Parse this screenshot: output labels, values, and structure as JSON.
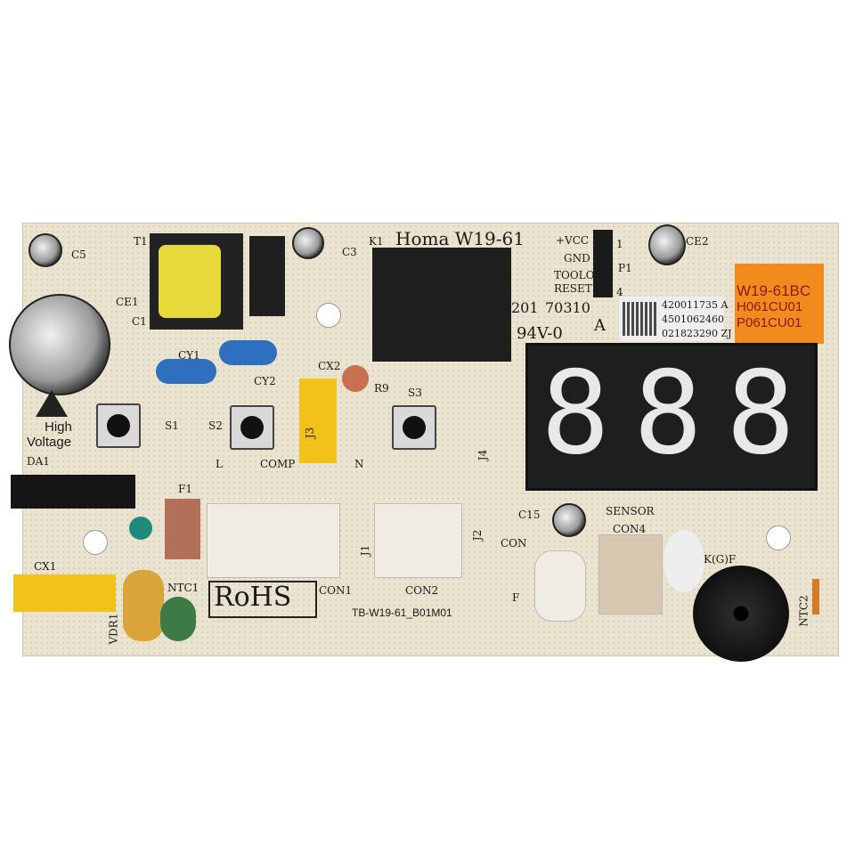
{
  "board": {
    "model": "Homa W19-61",
    "board_code": "TB-W19-61_B01M01",
    "rohs": "RoHS",
    "date_code_1": "201",
    "date_code_2": "70310",
    "flammability": "94V-0",
    "marker_a": "A",
    "warning_line1": "High",
    "warning_line2": "Voltage",
    "sensor": "SENSOR",
    "kgf": "K(G)F"
  },
  "header_pins": {
    "labels": [
      "+VCC",
      "GND",
      "TOOLO",
      "RESET"
    ],
    "name": "P1",
    "pin1": "1",
    "pin4": "4"
  },
  "sticker": {
    "line1": "420011735 A",
    "line2": "4501062460",
    "line3": "021823290 ZJ"
  },
  "orange_label": {
    "line1": "W19-61BC",
    "line2": "H061CU01",
    "line3": "P061CU01",
    "color": "#f28a1e"
  },
  "display": {
    "digits": [
      "8",
      "8",
      "8"
    ]
  },
  "components": [
    "T1",
    "C5",
    "CE1",
    "C1",
    "CY1",
    "CY2",
    "C3",
    "K1",
    "CX2",
    "R9",
    "S1",
    "S2",
    "S3",
    "J3",
    "J4",
    "DA1",
    "L",
    "COMP",
    "N",
    "F1",
    "CX1",
    "NTC1",
    "VDR1",
    "CON1",
    "CON2",
    "J1",
    "J2",
    "C15",
    "CON",
    "CON4",
    "CE2",
    "NTC2",
    "F"
  ]
}
